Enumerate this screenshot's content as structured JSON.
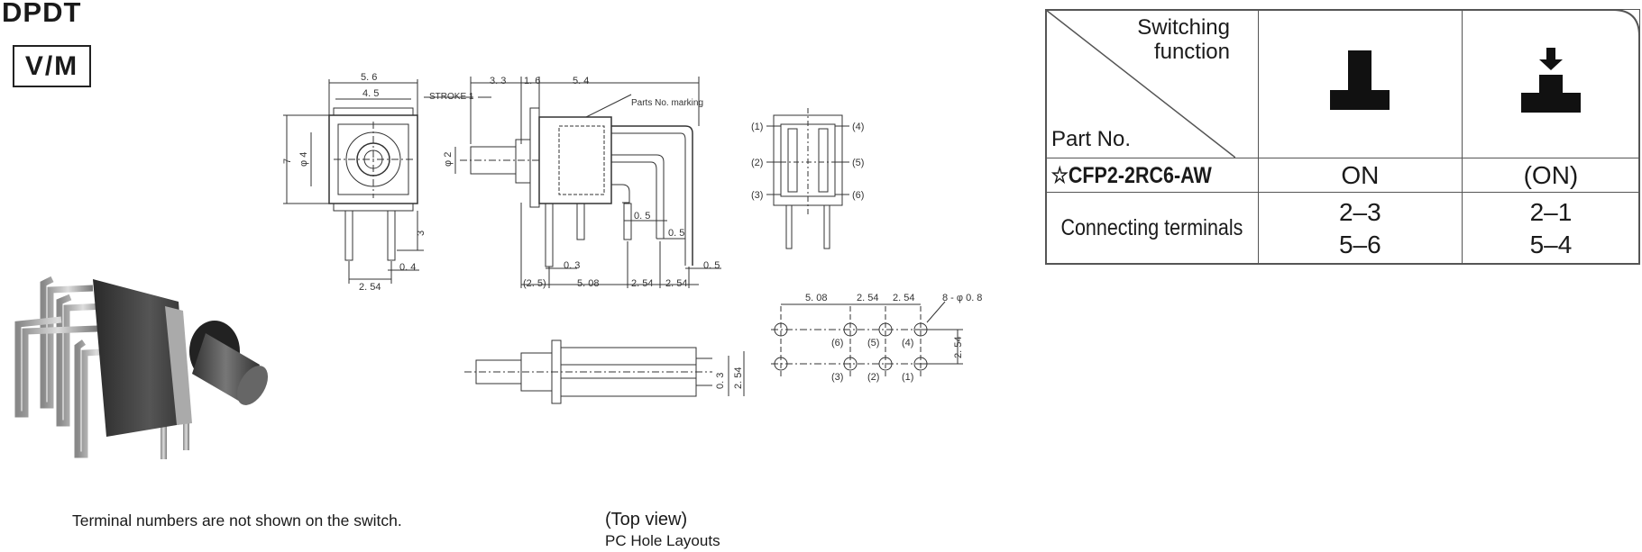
{
  "header": {
    "title": "DPDT",
    "model_code": "V/M"
  },
  "notes": {
    "terminal_note": "Terminal numbers are not shown on the switch.",
    "top_view": "(Top view)",
    "pc_hole_layouts": "PC Hole Layouts"
  },
  "drawing_labels": {
    "dim_5_6": "5. 6",
    "dim_4_5": "4. 5",
    "dim_7": "7",
    "dim_phi4": "φ 4",
    "dim_3": "3",
    "dim_2_54_a": "2. 54",
    "dim_0_4": "0. 4",
    "stroke": "STROKE 1",
    "dim_3_3": "3. 3",
    "dim_1_6": "1. 6",
    "dim_5_4": "5. 4",
    "parts_no_marking": "Parts No. marking",
    "dim_phi2": "φ 2",
    "dim_0_5_a": "0. 5",
    "dim_0_5_b": "0. 5",
    "dim_0_5_c": "0. 5",
    "dim_0_3_a": "0. 3",
    "dim_2_5": "(2. 5)",
    "dim_5_08_a": "5. 08",
    "dim_2_54_b": "2. 54",
    "dim_2_54_c": "2. 54",
    "term_1": "(1)",
    "term_2": "(2)",
    "term_3": "(3)",
    "term_4": "(4)",
    "term_5": "(5)",
    "term_6": "(6)",
    "dim_0_3_b": "0. 3",
    "dim_2_54_d": "2. 54",
    "dim_5_08_b": "5. 08",
    "dim_2_54_e": "2. 54",
    "dim_2_54_f": "2. 54",
    "dim_8phi": "8 - φ 0. 8",
    "hole_6": "(6)",
    "hole_5": "(5)",
    "hole_4": "(4)",
    "hole_3": "(3)",
    "hole_2": "(2)",
    "hole_1": "(1)",
    "dim_2_54_g": "2. 54"
  },
  "table": {
    "switching_function": "Switching function",
    "part_no_label": "Part No.",
    "part_number": "☆CFP2-2RC6-AW",
    "state_normal": "ON",
    "state_pressed": "(ON)",
    "connecting_label": "Connecting terminals",
    "normal_terms": [
      "2–3",
      "5–6"
    ],
    "pressed_terms": [
      "2–1",
      "5–4"
    ]
  }
}
